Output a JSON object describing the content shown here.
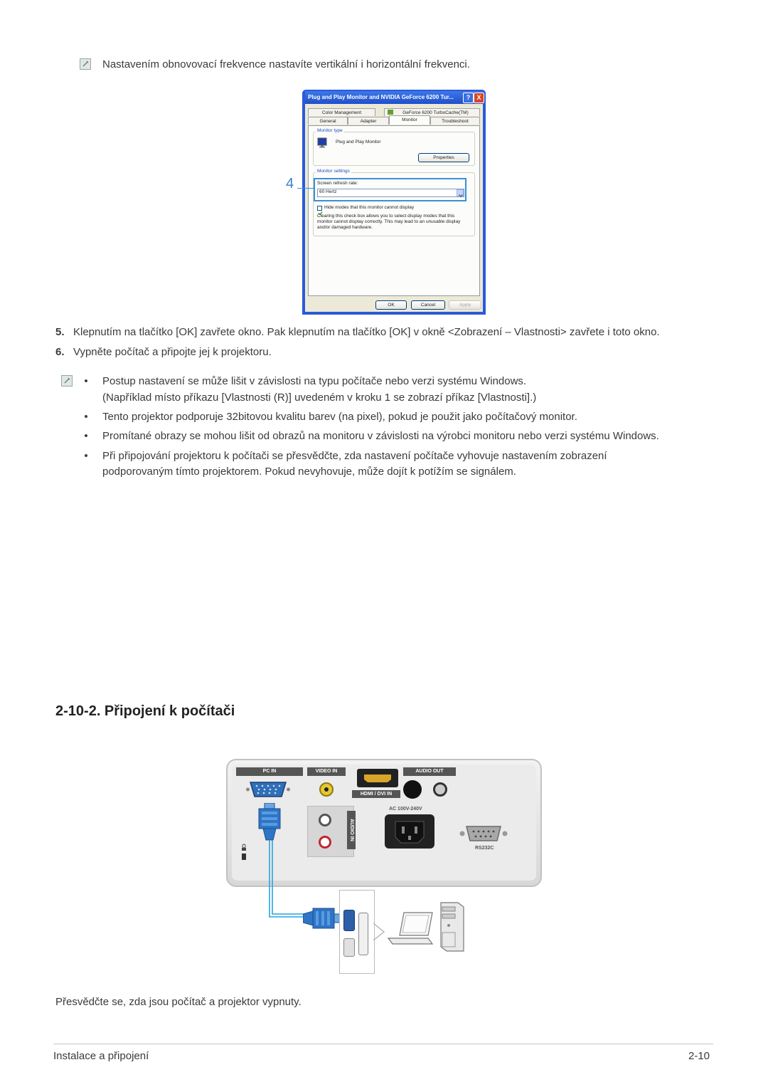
{
  "top_note": "Nastavením obnovovací frekvence nastavíte vertikální i horizontální frekvenci.",
  "dialog": {
    "title": "Plug and Play Monitor and NVIDIA GeForce 6200 Tur...",
    "help_btn": "?",
    "close_btn": "X",
    "tabs_row1": [
      "Color Management",
      "GeForce 6200 TurboCache(TM)"
    ],
    "tabs_row2": [
      "General",
      "Adapter",
      "Monitor",
      "Troubleshoot"
    ],
    "monitor_type_label": "Monitor type",
    "monitor_name": "Plug and Play Monitor",
    "properties_btn": "Properties",
    "monitor_settings_label": "Monitor settings",
    "refresh_label": "Screen refresh rate:",
    "refresh_value": "60 Hertz",
    "hide_modes_label": "Hide modes that this monitor cannot display",
    "hide_modes_desc": "Clearing this check box allows you to select display modes that this monitor cannot display correctly. This may lead to an unusable display and/or damaged hardware.",
    "callout_number": "4",
    "ok_btn": "OK",
    "cancel_btn": "Cancel",
    "apply_btn": "Apply"
  },
  "steps": [
    {
      "num": "5.",
      "text": "Klepnutím na tlačítko [OK] zavřete okno. Pak klepnutím na tlačítko [OK] v okně <Zobrazení – Vlastnosti> zavřete i toto okno."
    },
    {
      "num": "6.",
      "text": "Vypněte počítač a připojte jej k projektoru."
    }
  ],
  "notes": [
    {
      "bullet": "•",
      "lines": [
        "Postup nastavení se může lišit v závislosti na typu počítače nebo verzi systému Windows.",
        "(Například místo příkazu [Vlastnosti (R)] uvedeném v kroku 1 se zobrazí příkaz [Vlastnosti].)"
      ]
    },
    {
      "bullet": "•",
      "lines": [
        "Tento projektor podporuje 32bitovou kvalitu barev (na pixel), pokud je použit jako počítačový monitor."
      ]
    },
    {
      "bullet": "•",
      "lines": [
        "Promítané obrazy se mohou lišit od obrazů na monitoru v závislosti na výrobci monitoru nebo verzi systému Windows."
      ]
    },
    {
      "bullet": "•",
      "lines": [
        "Při připojování projektoru k počítači se přesvědčte, zda nastavení počítače vyhovuje nastavením zobrazení",
        "podporovaným tímto projektorem. Pokud nevyhovuje, může dojít k potížím se signálem."
      ]
    }
  ],
  "section_heading": "2-10-2. Připojení k počítači",
  "panel_labels": {
    "pc_in": "PC IN",
    "video_in": "VIDEO IN",
    "hdmi": "HDMI / DVI IN",
    "audio_out": "AUDIO OUT",
    "audio_in": "AUDIO IN",
    "ac": "AC 100V-240V",
    "rs232c": "RS232C"
  },
  "bottom_note": "Přesvědčte se, zda jsou počítač a projektor vypnuty.",
  "footer": {
    "left": "Instalace a připojení",
    "right": "2-10"
  }
}
